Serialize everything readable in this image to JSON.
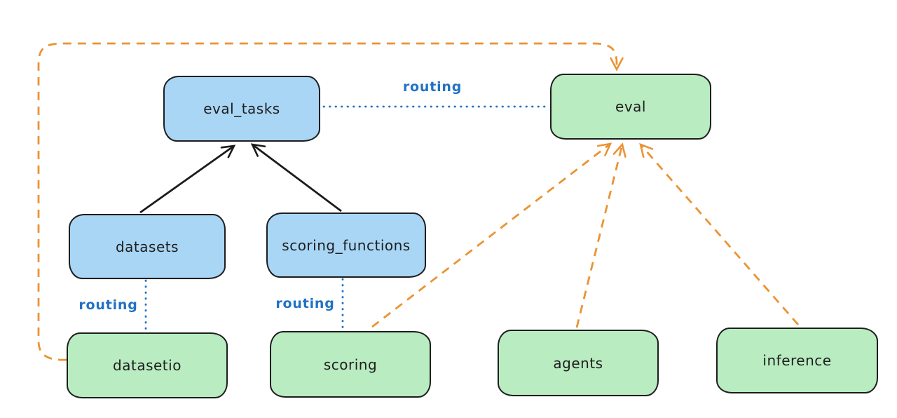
{
  "colors": {
    "background": "#ffffff",
    "node_stroke": "#1e1e1e",
    "blue_node_fill": "#aad6f6",
    "green_node_fill": "#b9ecc1",
    "routing_line": "#2272c3",
    "orange_line": "#eb9334",
    "black_line": "#1b1b1b"
  },
  "nodes": {
    "eval_tasks": {
      "label": "eval_tasks"
    },
    "eval": {
      "label": "eval"
    },
    "datasets": {
      "label": "datasets"
    },
    "scoring_functions": {
      "label": "scoring_functions"
    },
    "datasetio": {
      "label": "datasetio"
    },
    "scoring": {
      "label": "scoring"
    },
    "agents": {
      "label": "agents"
    },
    "inference": {
      "label": "inference"
    }
  },
  "edge_labels": {
    "eval_tasks_to_eval": "routing",
    "datasets_to_datasetio": "routing",
    "scoring_functions_to_scoring": "routing"
  }
}
